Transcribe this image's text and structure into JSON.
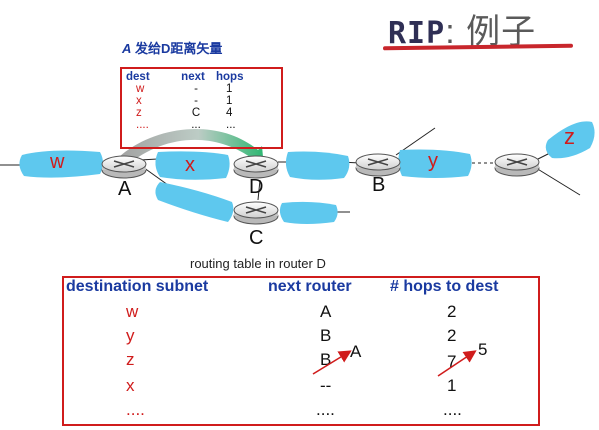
{
  "title": {
    "main": "RIP",
    "suffix": ": 例子"
  },
  "advertisement": {
    "caption_sender": "A",
    "caption_text": "发给D距离矢量",
    "headers": {
      "dest": "dest",
      "next": "next",
      "hops": "hops"
    },
    "rows": [
      {
        "dest": "w",
        "next": "-",
        "hops": "1"
      },
      {
        "dest": "x",
        "next": "-",
        "hops": "1"
      },
      {
        "dest": "z",
        "next": "C",
        "hops": "4"
      },
      {
        "dest": "....",
        "next": "...",
        "hops": "..."
      }
    ]
  },
  "network": {
    "routers": [
      "A",
      "D",
      "B",
      "C"
    ],
    "subnets": [
      "w",
      "x",
      "y",
      "z"
    ]
  },
  "routing_table": {
    "caption": "routing table in router D",
    "headers": {
      "dest": "destination subnet",
      "next": "next  router",
      "hops": "# hops to dest"
    },
    "rows": [
      {
        "dest": "w",
        "next": "A",
        "hops": "2"
      },
      {
        "dest": "y",
        "next": "B",
        "hops": "2"
      },
      {
        "dest": "z",
        "next": "B",
        "hops": "7",
        "new_next": "A",
        "new_hops": "5"
      },
      {
        "dest": "x",
        "next": "--",
        "hops": "1"
      },
      {
        "dest": "....",
        "next": "....",
        "hops": "...."
      }
    ]
  },
  "colors": {
    "accent": "#d01c1c",
    "header_blue": "#1a3aa0",
    "subnet_blue": "#5ec8ee",
    "router_gray": "#dcdcdc"
  }
}
